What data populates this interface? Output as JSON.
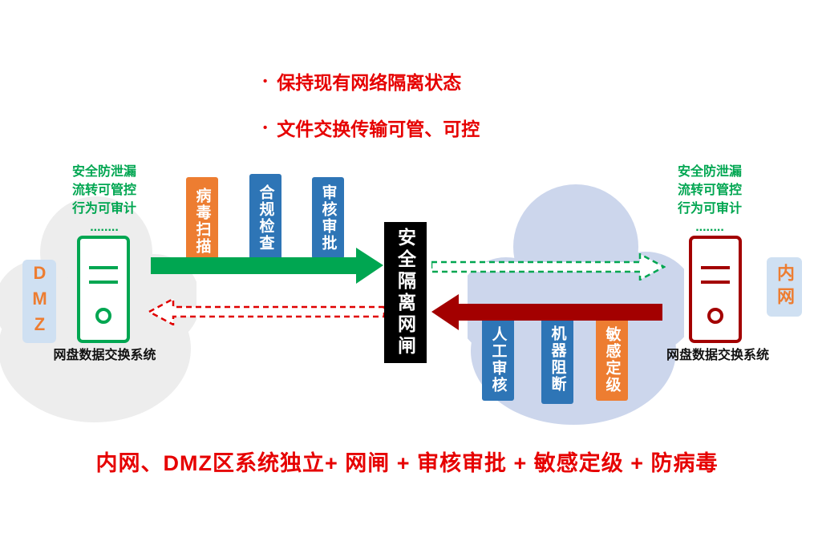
{
  "colors": {
    "title_red": "#E60000",
    "flow_green": "#00A651",
    "dashed_green": "#00A651",
    "flow_red_dark": "#A30000",
    "dashed_red": "#E00000",
    "bar_blue": "#2E75B6",
    "bar_orange": "#ED7D31",
    "zone_bg": "#CFE0F2",
    "zone_text": "#ED7D31",
    "cloud_left": "#EDEDED",
    "cloud_right": "#CCD6EC",
    "server_left": "#00A651",
    "server_right": "#A30000",
    "features_green": "#00A651",
    "gateway_bg": "#000000",
    "gateway_text": "#FFFFFF"
  },
  "header": {
    "bullet_char": "•",
    "bullets": [
      "保持现有网络隔离状态",
      "文件交换传输可管、可控"
    ]
  },
  "left_zone": {
    "zone_label": "DMZ",
    "features": [
      "安全防泄漏",
      "流转可管控",
      "行为可审计",
      "........"
    ],
    "system_label": "网盘数据交换系统"
  },
  "right_zone": {
    "zone_label": "内网",
    "features": [
      "安全防泄漏",
      "流转可管控",
      "行为可审计",
      "........"
    ],
    "system_label": "网盘数据交换系统"
  },
  "gateway": {
    "label": "安全隔离网闸"
  },
  "outbound_steps": [
    {
      "label": "病毒扫描",
      "color": "#ED7D31"
    },
    {
      "label": "合规检查",
      "color": "#2E75B6"
    },
    {
      "label": "审核审批",
      "color": "#2E75B6"
    }
  ],
  "inbound_steps": [
    {
      "label": "人工审核",
      "color": "#2E75B6"
    },
    {
      "label": "机器阻断",
      "color": "#2E75B6"
    },
    {
      "label": "敏感定级",
      "color": "#ED7D31"
    }
  ],
  "footer": {
    "formula": "内网、DMZ区系统独立+ 网闸 + 审核审批 + 敏感定级 + 防病毒"
  }
}
